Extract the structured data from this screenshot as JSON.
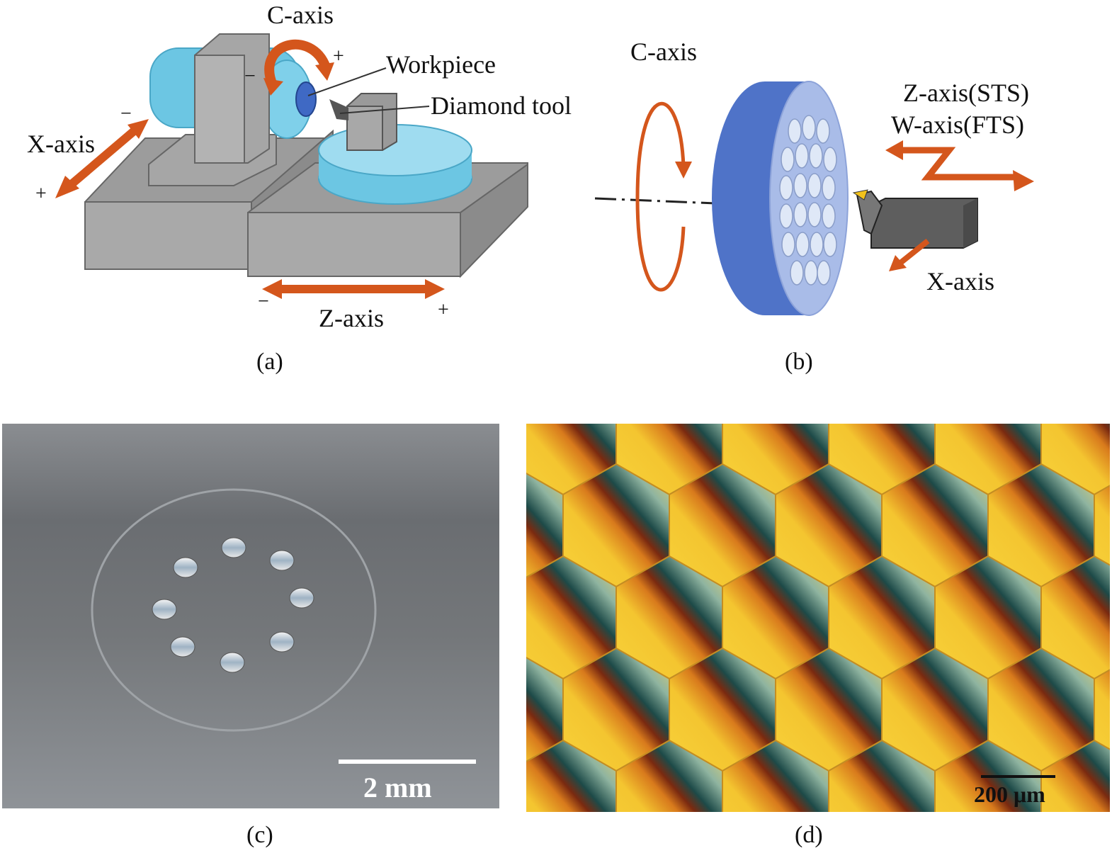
{
  "panel_a": {
    "c_axis": "C-axis",
    "workpiece": "Workpiece",
    "diamond_tool": "Diamond tool",
    "x_axis": "X-axis",
    "z_axis": "Z-axis",
    "plus": "+",
    "minus": "−",
    "caption": "(a)"
  },
  "panel_b": {
    "c_axis": "C-axis",
    "z_axis": "Z-axis(STS)",
    "w_axis": "W-axis(FTS)",
    "x_axis": "X-axis",
    "caption": "(b)"
  },
  "panel_c": {
    "scale_label": "2 mm",
    "caption": "(c)"
  },
  "panel_d": {
    "scale_label": "200 μm",
    "caption": "(d)"
  },
  "colors": {
    "arrow": "#d4561c",
    "cyan": "#6cc6e3",
    "grey": "#a6a6a6",
    "disk": "#4f73c8"
  }
}
